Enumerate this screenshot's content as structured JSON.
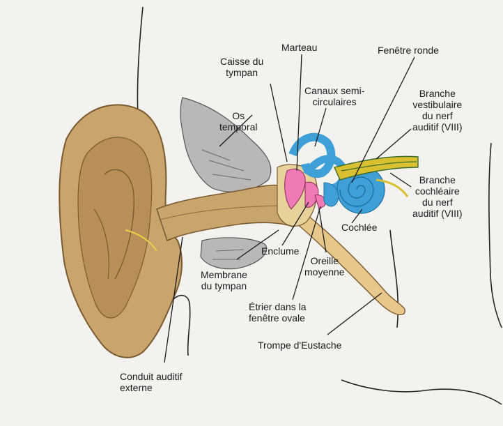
{
  "colors": {
    "paper": "#f4f2ee",
    "auricle": "#c9a46c",
    "auricle_dark": "#7a5a30",
    "bone": "#b9b8b6",
    "inner_ear": "#3fa0d8",
    "ossicles": "#f07ab4",
    "nerve": "#d8c030",
    "nerve_dark": "#3a6a2a",
    "line": "#1a1a1a"
  },
  "labels": {
    "caisse": [
      "Caisse du",
      "tympan"
    ],
    "marteau": "Marteau",
    "fenetre_ronde": "Fenêtre ronde",
    "os_temporal": [
      "Os",
      "temporal"
    ],
    "canaux": [
      "Canaux semi-",
      "circulaires"
    ],
    "branche_vestibulaire": [
      "Branche",
      "vestibulaire",
      "du nerf",
      "auditif (VIII)"
    ],
    "branche_cochleaire": [
      "Branche",
      "cochléaire",
      "du nerf",
      "auditif (VIII)"
    ],
    "cochlee": "Cochlée",
    "enclume": "Enclume",
    "membrane": [
      "Membrane",
      "du tympan"
    ],
    "oreille_moyenne": [
      "Oreille",
      "moyenne"
    ],
    "etrier": [
      "Étrier dans la",
      "fenêtre ovale"
    ],
    "trompe": "Trompe d'Eustache",
    "conduit": [
      "Conduit auditif",
      "externe"
    ]
  }
}
